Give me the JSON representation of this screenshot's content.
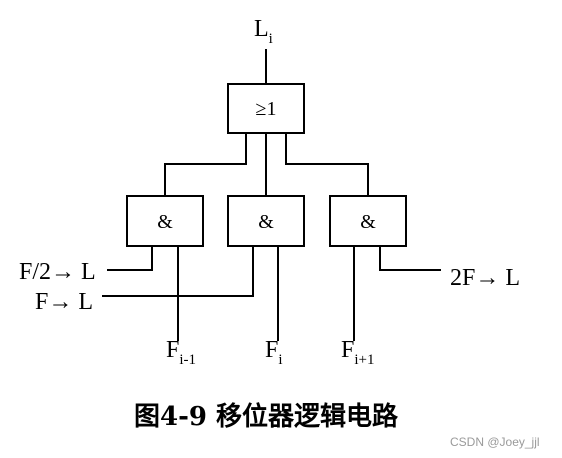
{
  "diagram": {
    "or_gate": {
      "symbol": "≥1"
    },
    "and_gates": [
      {
        "symbol": "&"
      },
      {
        "symbol": "&"
      },
      {
        "symbol": "&"
      }
    ],
    "output": {
      "main": "L",
      "sub": "i"
    },
    "control_inputs": [
      {
        "label": "F/2→ L"
      },
      {
        "label": "F→ L"
      },
      {
        "label": "2F→ L"
      }
    ],
    "data_inputs": [
      {
        "main": "F",
        "sub": "i-1"
      },
      {
        "main": "F",
        "sub": "i"
      },
      {
        "main": "F",
        "sub": "i+1"
      }
    ],
    "caption": "图4-9 移位器逻辑电路"
  },
  "watermark": "CSDN @Joey_jjl"
}
